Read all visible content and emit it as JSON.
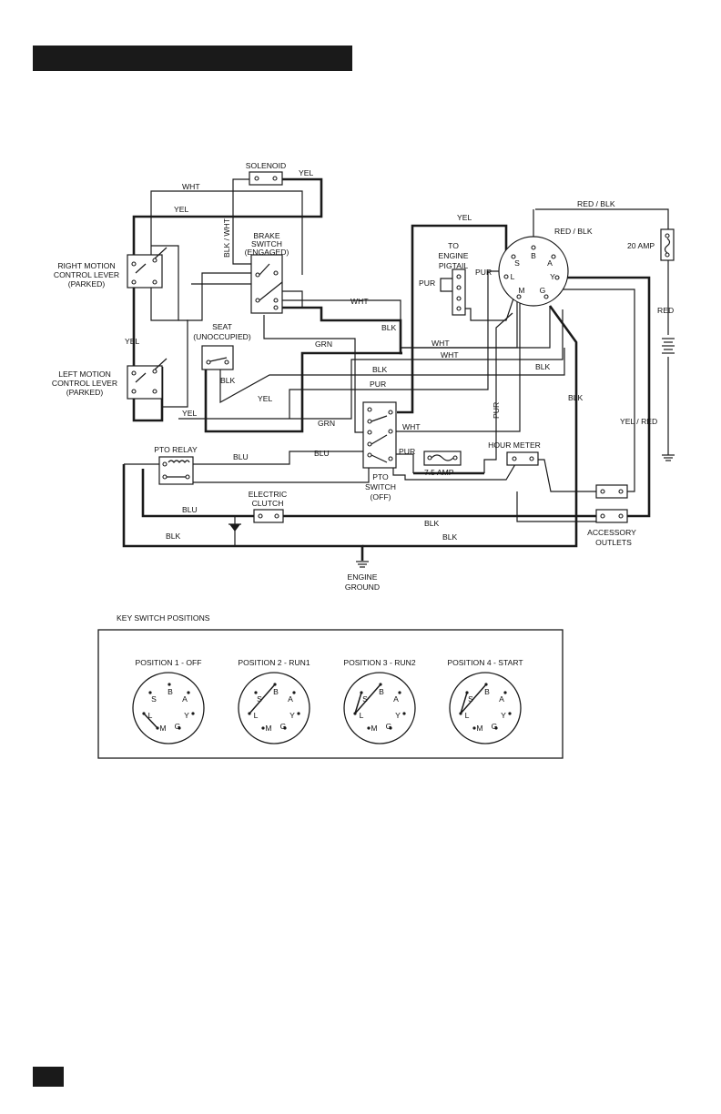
{
  "labels": {
    "solenoid": "SOLENOID",
    "brake_1": "BRAKE",
    "brake_2": "SWITCH",
    "brake_3": "(ENGAGED)",
    "rmcl_1": "RIGHT MOTION",
    "rmcl_2": "CONTROL LEVER",
    "rmcl_3": "(PARKED)",
    "lmcl_1": "LEFT MOTION",
    "lmcl_2": "CONTROL LEVER",
    "lmcl_3": "(PARKED)",
    "seat_1": "SEAT",
    "seat_2": "(UNOCCUPIED)",
    "pigtail_1": "TO",
    "pigtail_2": "ENGINE",
    "pigtail_3": "PIGTAIL",
    "amp20": "20 AMP",
    "pto_relay": "PTO RELAY",
    "pto_sw_1": "PTO",
    "pto_sw_2": "SWITCH",
    "pto_sw_3": "(OFF)",
    "fuse75": "7.5 AMP",
    "hour_meter": "HOUR METER",
    "clutch_1": "ELECTRIC",
    "clutch_2": "CLUTCH",
    "outlets_1": "ACCESSORY",
    "outlets_2": "OUTLETS",
    "ground_1": "ENGINE",
    "ground_2": "GROUND"
  },
  "wires": {
    "yel": "YEL",
    "wht": "WHT",
    "blkwht": "BLK / WHT",
    "grn": "GRN",
    "blk": "BLK",
    "pur": "PUR",
    "blu": "BLU",
    "redblk": "RED / BLK",
    "red": "RED",
    "yelred": "YEL / RED"
  },
  "ignition_terminals": {
    "s": "S",
    "b": "B",
    "a": "A",
    "l": "L",
    "y": "Y",
    "m": "M",
    "g": "G"
  },
  "key_switch": {
    "title": "KEY SWITCH POSITIONS",
    "positions": [
      {
        "label": "POSITION 1 - OFF"
      },
      {
        "label": "POSITION 2 - RUN1"
      },
      {
        "label": "POSITION 3 - RUN2"
      },
      {
        "label": "POSITION 4 - START"
      }
    ]
  }
}
